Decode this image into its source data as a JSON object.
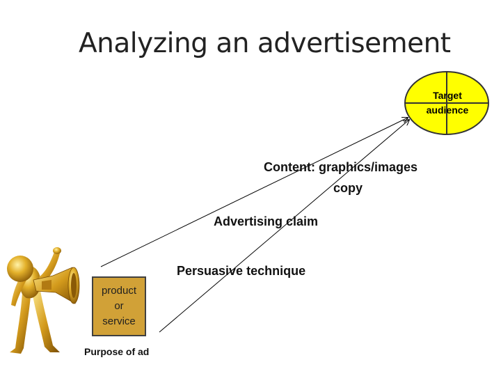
{
  "title": "Analyzing an advertisement",
  "target_audience": {
    "line1": "Target",
    "line2": "audience"
  },
  "content_label": "Content:  graphics/images",
  "copy_label": "copy",
  "claim_label": "Advertising claim",
  "technique_label": "Persuasive technique",
  "product_box": {
    "line1": "product",
    "line2": "or",
    "line3": "service"
  },
  "purpose_label": "Purpose of ad",
  "colors": {
    "target_fill": "#ffff00",
    "product_fill": "#d1a137",
    "figure_gold": "#d4a020"
  },
  "icons": {
    "figure": "gold-figure-megaphone-icon",
    "arrows": "arrow-icon"
  }
}
